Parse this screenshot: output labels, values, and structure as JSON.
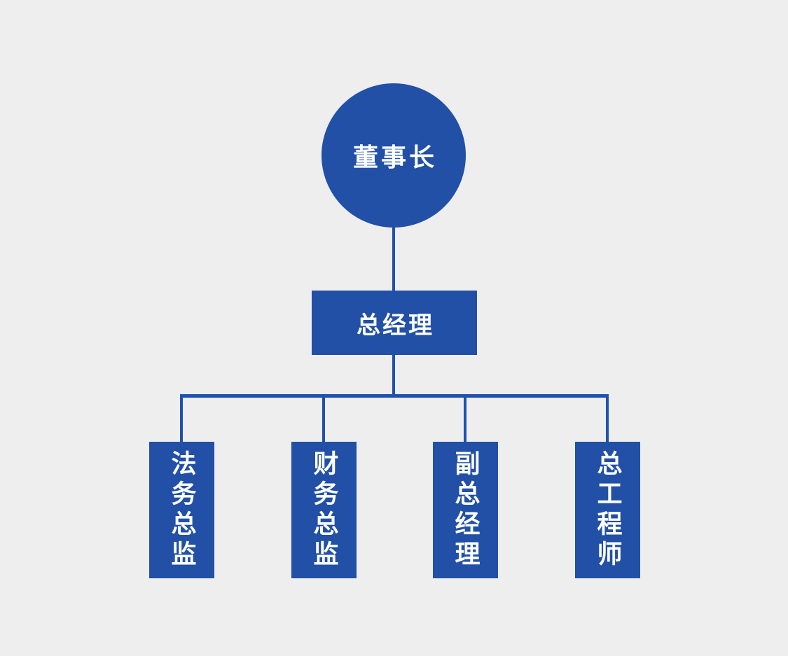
{
  "diagram": {
    "type": "org-chart",
    "colors": {
      "background": "#EEEEEF",
      "node_fill": "#2150A6",
      "line": "#1E51B0",
      "text": "#FFFFFF"
    },
    "root": {
      "label": "董事长",
      "shape": "circle"
    },
    "manager": {
      "label": "总经理",
      "shape": "rectangle"
    },
    "children": [
      {
        "label": "法务总监"
      },
      {
        "label": "财务总监"
      },
      {
        "label": "副总经理"
      },
      {
        "label": "总工程师"
      }
    ]
  }
}
